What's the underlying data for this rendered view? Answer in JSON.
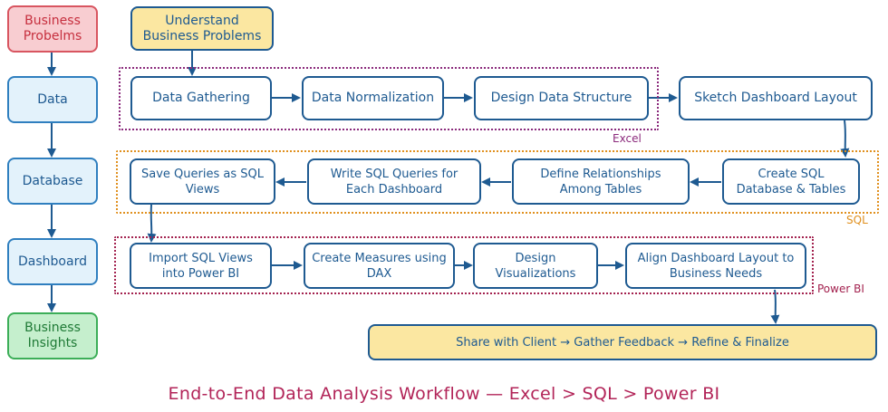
{
  "sidebar": {
    "business_problems": "Business Probelms",
    "data": "Data",
    "database": "Database",
    "dashboard": "Dashboard",
    "business_insights": "Business Insights"
  },
  "start": {
    "label": "Understand Business Problems"
  },
  "excel": {
    "group_label": "Excel",
    "data_gathering": "Data Gathering",
    "data_normalization": "Data Normalization",
    "design_structure": "Design Data Structure"
  },
  "sketch_layout": "Sketch Dashboard Layout",
  "sql": {
    "group_label": "SQL",
    "create_db": "Create SQL Database & Tables",
    "define_relationships": "Define Relationships Among Tables",
    "write_queries": "Write SQL Queries for Each Dashboard",
    "save_views": "Save Queries as SQL Views"
  },
  "powerbi": {
    "group_label": "Power BI",
    "import_views": "Import SQL Views into Power BI",
    "create_measures": "Create Measures using DAX",
    "design_visuals": "Design Visualizations",
    "align_layout": "Align Dashboard Layout to Business Needs"
  },
  "final": {
    "label": "Share with Client → Gather Feedback → Refine & Finalize"
  },
  "title": "End-to-End Data Analysis Workflow — Excel > SQL > Power BI",
  "colors": {
    "node_border": "#1e5a91",
    "excel_group": "#8b2a7c",
    "sql_group": "#e0901e",
    "powerbi_group": "#a3224f",
    "title": "#b22458"
  }
}
